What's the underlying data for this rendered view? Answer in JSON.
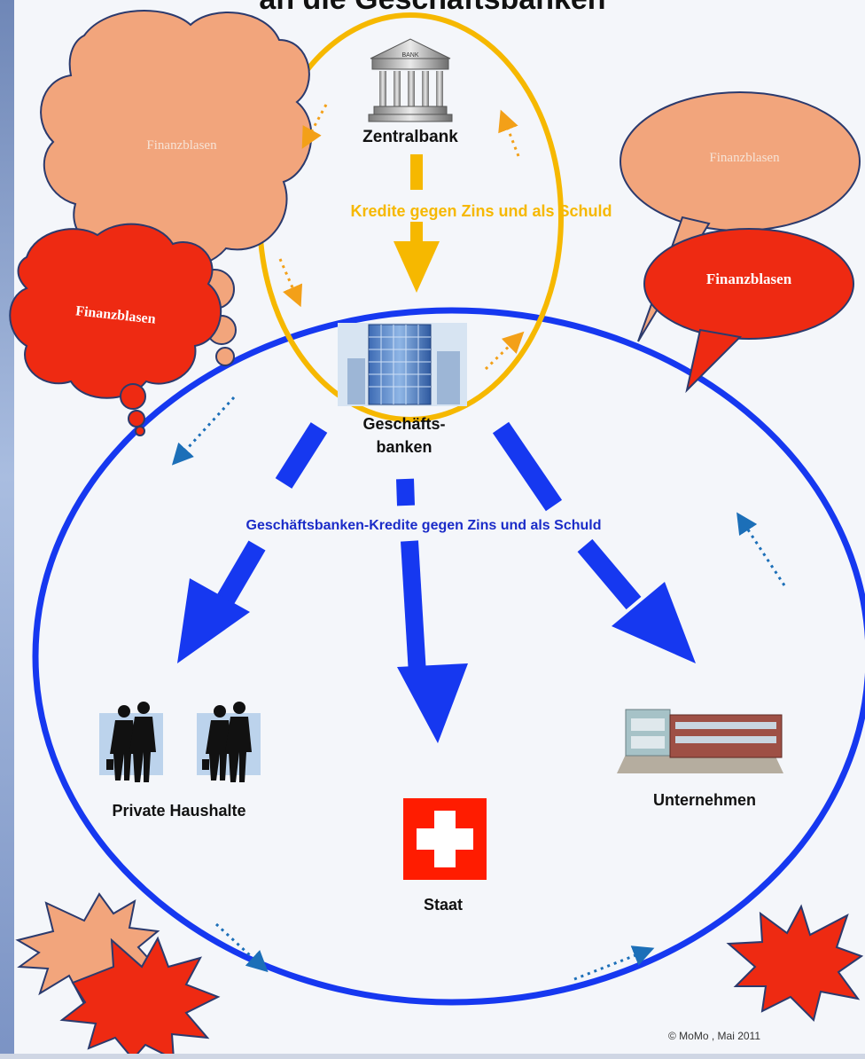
{
  "header": {
    "title_partial": "an die Geschäftsbanken"
  },
  "nodes": {
    "zentralbank": {
      "label": "Zentralbank",
      "icon_text": "BANK"
    },
    "geschaeftsbanken": {
      "label_line1": "Geschäfts-",
      "label_line2": "banken"
    },
    "private": {
      "label": "Private Haushalte"
    },
    "staat": {
      "label": "Staat"
    },
    "unternehmen": {
      "label": "Unternehmen"
    }
  },
  "labels": {
    "kredite_zentral": "Kredite gegen Zins und als Schuld",
    "kredite_banken": "Geschäftsbanken-Kredite gegen Zins und als Schuld"
  },
  "bubbles": {
    "cloud_top_left": "Finanzblasen",
    "cloud_red_left": "Finanzblasen",
    "speech_top_right": "Finanzblasen",
    "speech_red_right": "Finanzblasen"
  },
  "footer": {
    "copyright": "© MoMo , Mai 2011"
  },
  "colors": {
    "blue": "#1638f0",
    "gold": "#f6b800",
    "salmon": "#f2a57c",
    "red": "#ee2a12",
    "swiss_red": "#ff1c00",
    "dark_outline": "#2b3a6d"
  }
}
